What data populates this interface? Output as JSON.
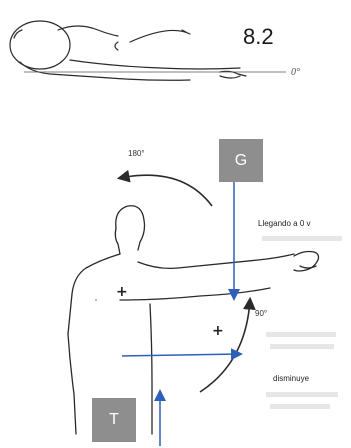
{
  "figure": {
    "number": "8.2",
    "zero_mark": "0°",
    "angle_start": "180°",
    "angle_end": "90°",
    "sign_chest": "+",
    "sign_arc": "+",
    "label_g": "G",
    "label_t": "T",
    "note_reach": "Llegando a 0 v",
    "note_decrease": "disminuye"
  },
  "colors": {
    "line": "#2a2a2a",
    "arrow_blue": "#2f5fb8",
    "box_gray": "#8e8e8e"
  }
}
